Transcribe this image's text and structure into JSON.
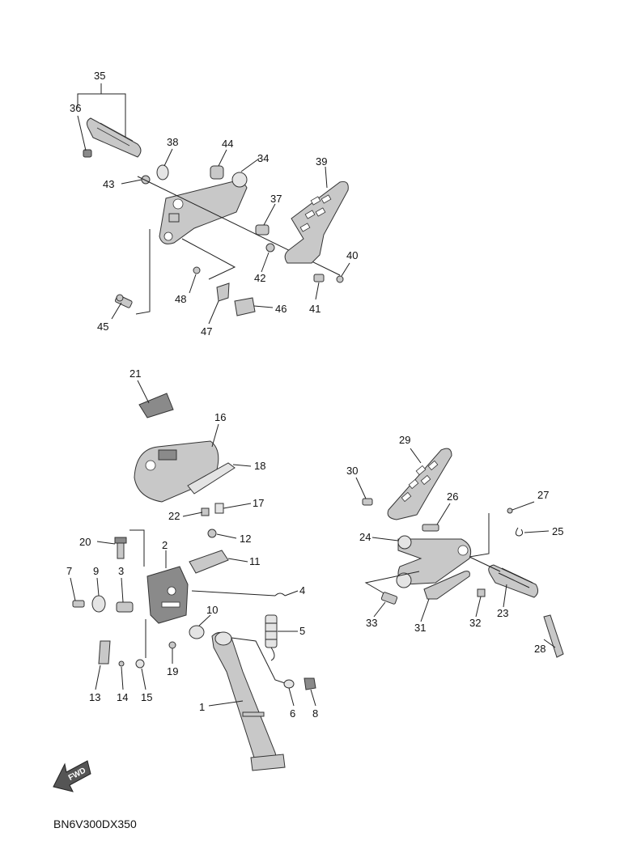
{
  "diagram_code": "BN6V300DX350",
  "fwd_label": "FWD",
  "callouts": {
    "c1": "1",
    "c2": "2",
    "c3": "3",
    "c4": "4",
    "c5": "5",
    "c6": "6",
    "c7": "7",
    "c8": "8",
    "c9": "9",
    "c10": "10",
    "c11": "11",
    "c12": "12",
    "c13": "13",
    "c14": "14",
    "c15": "15",
    "c16": "16",
    "c17": "17",
    "c18": "18",
    "c19": "19",
    "c20": "20",
    "c21": "21",
    "c22": "22",
    "c23": "23",
    "c24": "24",
    "c25": "25",
    "c26": "26",
    "c27": "27",
    "c28": "28",
    "c29": "29",
    "c30": "30",
    "c31": "31",
    "c32": "32",
    "c33": "33",
    "c34": "34",
    "c35": "35",
    "c36": "36",
    "c37": "37",
    "c38": "38",
    "c39": "39",
    "c40": "40",
    "c41": "41",
    "c42": "42",
    "c43": "43",
    "c44": "44",
    "c45": "45",
    "c46": "46",
    "c47": "47",
    "c48": "48"
  }
}
